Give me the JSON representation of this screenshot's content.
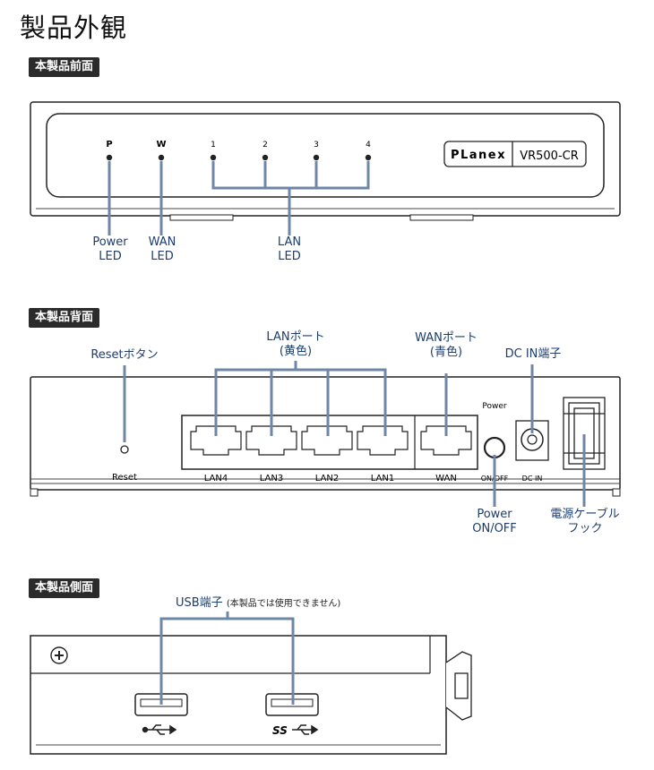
{
  "page_title": "製品外観",
  "front": {
    "section_label": "本製品前面",
    "led_labels": [
      "P",
      "W",
      "1",
      "2",
      "3",
      "4"
    ],
    "logo_brand": "PLanex",
    "logo_model": "VR500-CR",
    "callouts": {
      "power_led": [
        "Power",
        "LED"
      ],
      "wan_led": [
        "WAN",
        "LED"
      ],
      "lan_led": [
        "LAN",
        "LED"
      ]
    }
  },
  "back": {
    "section_label": "本製品背面",
    "port_labels": [
      "LAN4",
      "LAN3",
      "LAN2",
      "LAN1",
      "WAN"
    ],
    "reset_label": "Reset",
    "power_label": "Power",
    "onoff_label": "ON/OFF",
    "dcin_label": "DC IN",
    "callouts": {
      "reset": "Resetボタン",
      "lan_ports": [
        "LANポート",
        "(黄色)"
      ],
      "wan_port": [
        "WANポート",
        "(青色)"
      ],
      "dc_in": "DC IN端子",
      "power_switch": [
        "Power",
        "ON/OFF"
      ],
      "cable_hook": [
        "電源ケーブル",
        "フック"
      ]
    }
  },
  "side": {
    "section_label": "本製品側面",
    "callouts": {
      "usb": "USB端子",
      "usb_note": "(本製品では使用できません)"
    }
  },
  "colors": {
    "leader_line": "#6f87a6",
    "callout_text": "#1c3d6e",
    "label_bg": "#2b2b2b"
  }
}
